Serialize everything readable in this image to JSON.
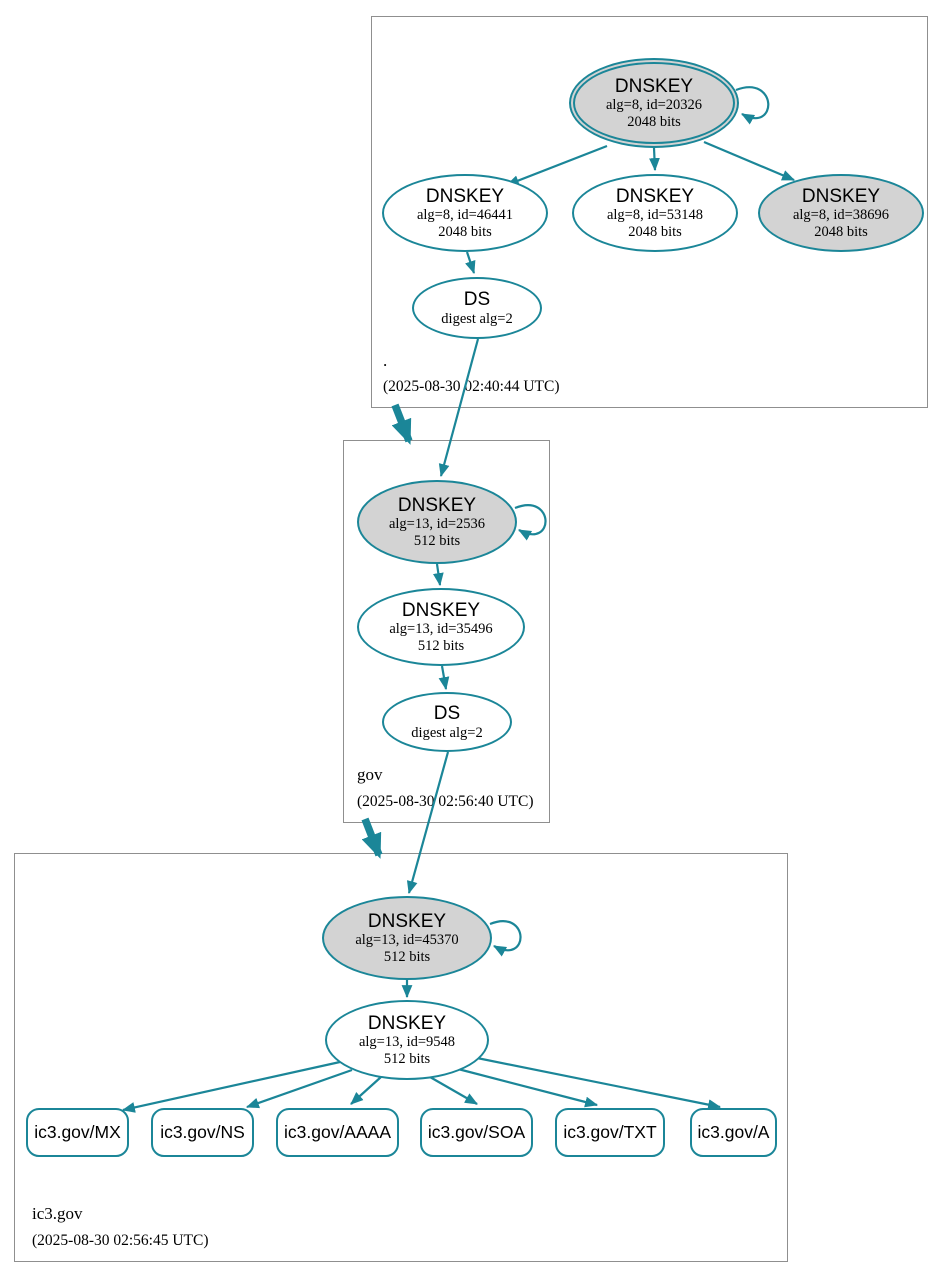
{
  "title": "DNSSEC authentication chain",
  "edge_color": "#1b8698",
  "ksk_fill": "#d3d3d3",
  "zones": [
    {
      "name": ".",
      "timestamp": "(2025-08-30 02:40:44 UTC)",
      "ksk": {
        "title": "DNSKEY",
        "details": [
          "alg=8, id=20326",
          "2048 bits"
        ]
      },
      "keys": [
        {
          "title": "DNSKEY",
          "details": [
            "alg=8, id=46441",
            "2048 bits"
          ]
        },
        {
          "title": "DNSKEY",
          "details": [
            "alg=8, id=53148",
            "2048 bits"
          ]
        },
        {
          "title": "DNSKEY",
          "details": [
            "alg=8, id=38696",
            "2048 bits"
          ]
        }
      ],
      "ds": {
        "title": "DS",
        "details": [
          "digest alg=2"
        ]
      }
    },
    {
      "name": "gov",
      "timestamp": "(2025-08-30 02:56:40 UTC)",
      "ksk": {
        "title": "DNSKEY",
        "details": [
          "alg=13, id=2536",
          "512 bits"
        ]
      },
      "zsk": {
        "title": "DNSKEY",
        "details": [
          "alg=13, id=35496",
          "512 bits"
        ]
      },
      "ds": {
        "title": "DS",
        "details": [
          "digest alg=2"
        ]
      }
    },
    {
      "name": "ic3.gov",
      "timestamp": "(2025-08-30 02:56:45 UTC)",
      "ksk": {
        "title": "DNSKEY",
        "details": [
          "alg=13, id=45370",
          "512 bits"
        ]
      },
      "zsk": {
        "title": "DNSKEY",
        "details": [
          "alg=13, id=9548",
          "512 bits"
        ]
      },
      "rrsets": [
        "ic3.gov/MX",
        "ic3.gov/NS",
        "ic3.gov/AAAA",
        "ic3.gov/SOA",
        "ic3.gov/TXT",
        "ic3.gov/A"
      ]
    }
  ]
}
